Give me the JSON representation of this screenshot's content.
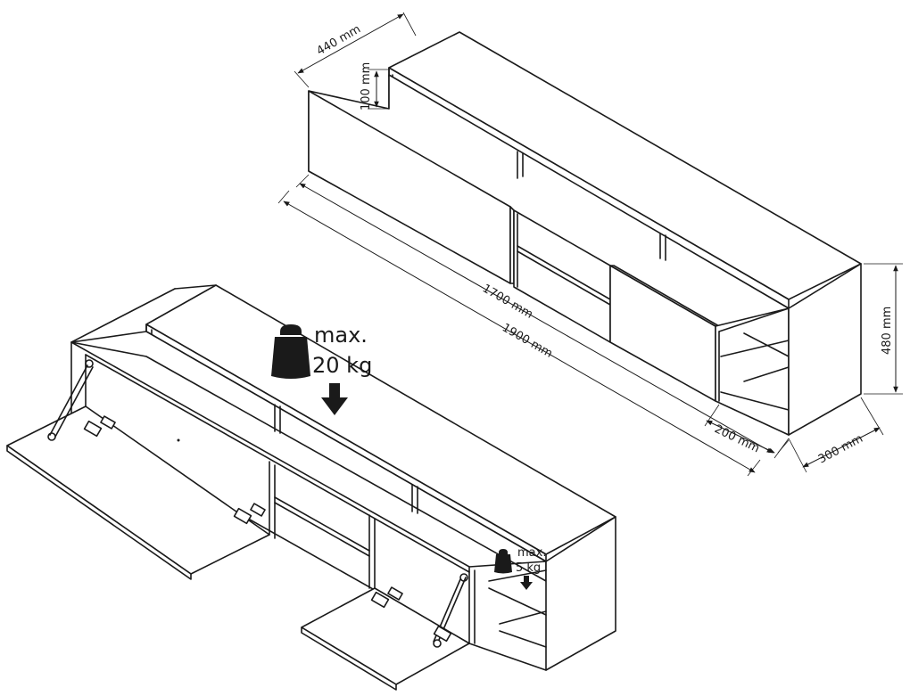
{
  "dimensions": {
    "depth": "440 mm",
    "top_gap": "100 mm",
    "inner_width": "1700 mm",
    "total_width": "1900 mm",
    "height": "480 mm",
    "side_width": "200 mm",
    "side_depth": "300 mm"
  },
  "weights": {
    "top_max_line1": "max.",
    "top_max_line2": "20 kg",
    "shelf_max_line1": "max.",
    "shelf_max_line2": "5 kg"
  }
}
